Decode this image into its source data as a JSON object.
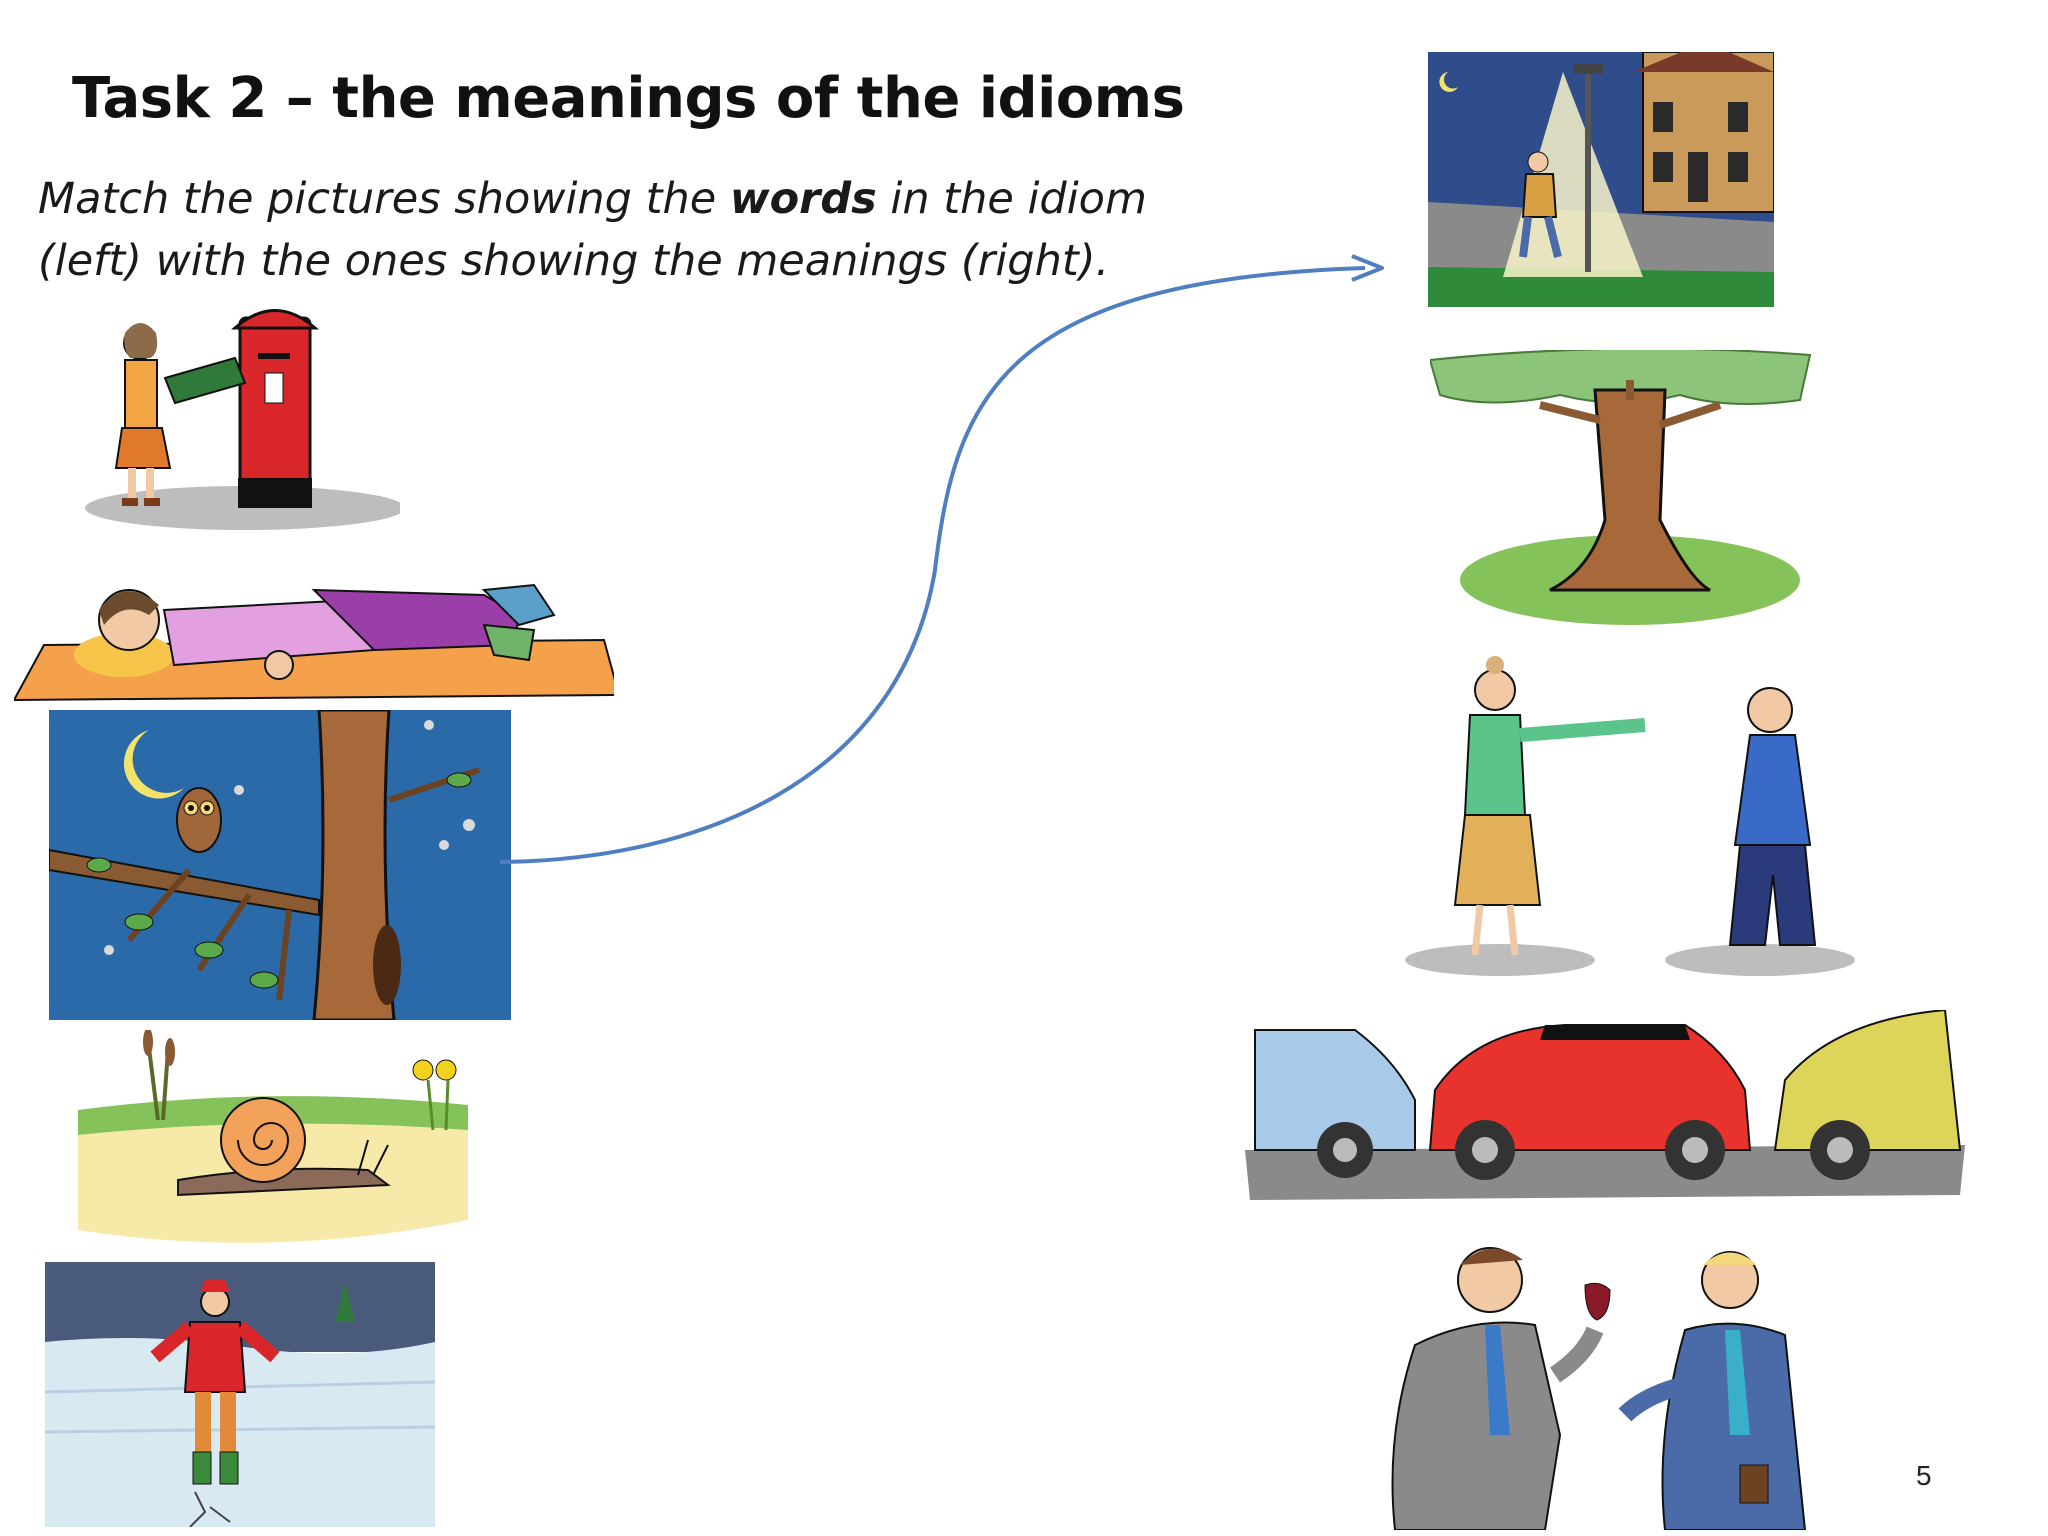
{
  "slide": {
    "title": "Task 2 – the meanings of the idioms",
    "instructions": {
      "part1": "Match the pictures showing the ",
      "bold_word": "words",
      "part2": " in the idiom (left) with the ones showing the meanings (right)."
    },
    "page_number": "5"
  },
  "colors": {
    "arrow": "#4f7fc0",
    "night_sky": "#2b6aa8",
    "postbox_red": "#d8262b"
  },
  "left_pictures": [
    {
      "icon": "woman-posting-letter-icon"
    },
    {
      "icon": "woman-sleeping-on-mat-icon"
    },
    {
      "icon": "owl-in-tree-at-night-icon"
    },
    {
      "icon": "snail-icon"
    },
    {
      "icon": "person-on-cracking-ice-icon"
    }
  ],
  "right_pictures": [
    {
      "icon": "man-walking-under-streetlamp-icon"
    },
    {
      "icon": "tree-icon"
    },
    {
      "icon": "woman-sending-man-away-icon"
    },
    {
      "icon": "parked-cars-icon"
    },
    {
      "icon": "men-celebrating-with-drinks-icon"
    }
  ]
}
